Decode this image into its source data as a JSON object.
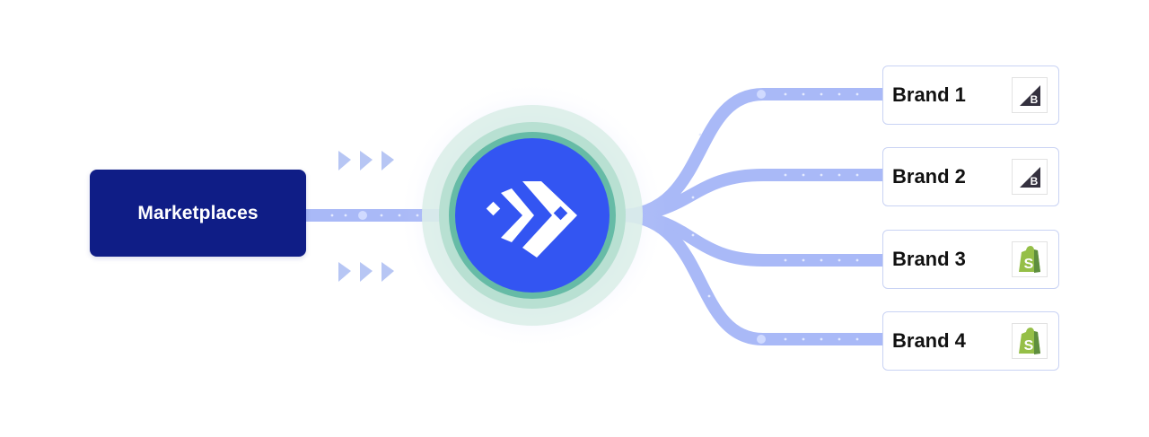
{
  "source": {
    "label": "Marketplaces"
  },
  "hub": {
    "icon": "chevrons-forward-icon"
  },
  "brands": [
    {
      "label": "Brand 1",
      "platform_icon": "bigcommerce-logo-icon"
    },
    {
      "label": "Brand 2",
      "platform_icon": "bigcommerce-logo-icon"
    },
    {
      "label": "Brand 3",
      "platform_icon": "shopify-logo-icon"
    },
    {
      "label": "Brand 4",
      "platform_icon": "shopify-logo-icon"
    }
  ],
  "colors": {
    "source_box": "#0f1d86",
    "hub_core": "#3355f2",
    "hub_ring_inner": "#66bba6",
    "hub_ring_middle": "#b8e0d2",
    "connector": "#a9b9f7",
    "arrows": "#b7c6f4",
    "card_border": "#c9d3f4",
    "bigcommerce": "#34313f",
    "shopify": "#95bf47"
  }
}
